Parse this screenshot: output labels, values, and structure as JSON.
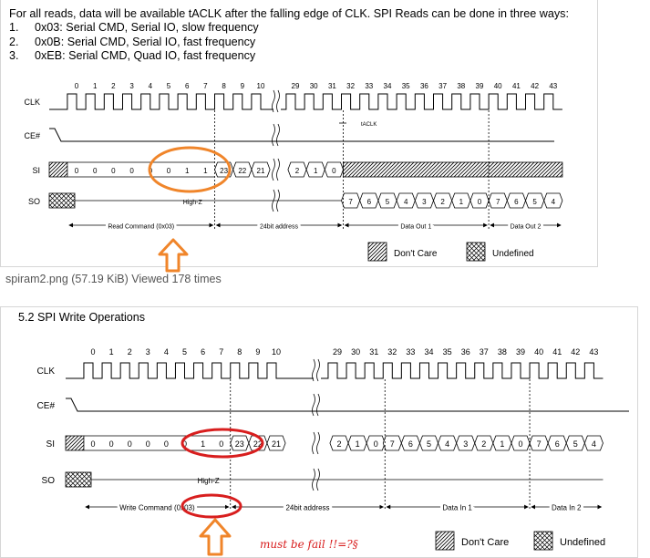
{
  "intro": {
    "text": "For all reads, data will be available tACLK after the falling edge of CLK. SPI Reads can be done in three ways:",
    "items": [
      {
        "num": "1.",
        "text": "0x03: Serial CMD, Serial IO, slow frequency"
      },
      {
        "num": "2.",
        "text": "0x0B: Serial CMD, Serial IO, fast frequency"
      },
      {
        "num": "3.",
        "text": "0xEB: Serial CMD, Quad IO, fast frequency"
      }
    ]
  },
  "read_diagram": {
    "cycles_left": [
      "0",
      "1",
      "2",
      "3",
      "4",
      "5",
      "6",
      "7",
      "8",
      "9",
      "10"
    ],
    "cycles_right": [
      "29",
      "30",
      "31",
      "32",
      "33",
      "34",
      "35",
      "36",
      "37",
      "38",
      "39",
      "40",
      "41",
      "42",
      "43"
    ],
    "signals": [
      "CLK",
      "CE#",
      "SI",
      "SO"
    ],
    "si_bits": [
      "0",
      "0",
      "0",
      "0",
      "0",
      "0",
      "1",
      "1"
    ],
    "si_addr": [
      "23",
      "22",
      "21",
      "2",
      "1",
      "0"
    ],
    "so_bits": [
      "7",
      "6",
      "5",
      "4",
      "3",
      "2",
      "1",
      "0",
      "7",
      "6",
      "5",
      "4"
    ],
    "highz": "High-Z",
    "taclk": "tACLK",
    "phases": [
      "Read Command (0x03)",
      "24bit address",
      "Data Out 1",
      "Data Out 2"
    ],
    "legend": [
      "Don't Care",
      "Undefined"
    ]
  },
  "caption": "spiram2.png (57.19 KiB) Viewed 178 times",
  "section_title": "5.2  SPI Write Operations",
  "write_diagram": {
    "cycles_left": [
      "0",
      "1",
      "2",
      "3",
      "4",
      "5",
      "6",
      "7",
      "8",
      "9",
      "10"
    ],
    "cycles_right": [
      "29",
      "30",
      "31",
      "32",
      "33",
      "34",
      "35",
      "36",
      "37",
      "38",
      "39",
      "40",
      "41",
      "42",
      "43"
    ],
    "signals": [
      "CLK",
      "CE#",
      "SI",
      "SO"
    ],
    "si_bits": [
      "0",
      "0",
      "0",
      "0",
      "0",
      "0",
      "1",
      "0"
    ],
    "si_addr": [
      "23",
      "22",
      "21",
      "2",
      "1",
      "0"
    ],
    "si_data": [
      "7",
      "6",
      "5",
      "4",
      "3",
      "2",
      "1",
      "0",
      "7",
      "6",
      "5",
      "4"
    ],
    "highz": "High-Z",
    "phases": [
      "Write Command (0x03)",
      "24bit address",
      "Data In 1",
      "Data In 2"
    ],
    "legend": [
      "Don't Care",
      "Undefined"
    ],
    "note": "must be fail !!=?§"
  },
  "colors": {
    "highlight_orange": "#f0852a",
    "highlight_red": "#d81e1e",
    "note": "#d81e1e"
  }
}
